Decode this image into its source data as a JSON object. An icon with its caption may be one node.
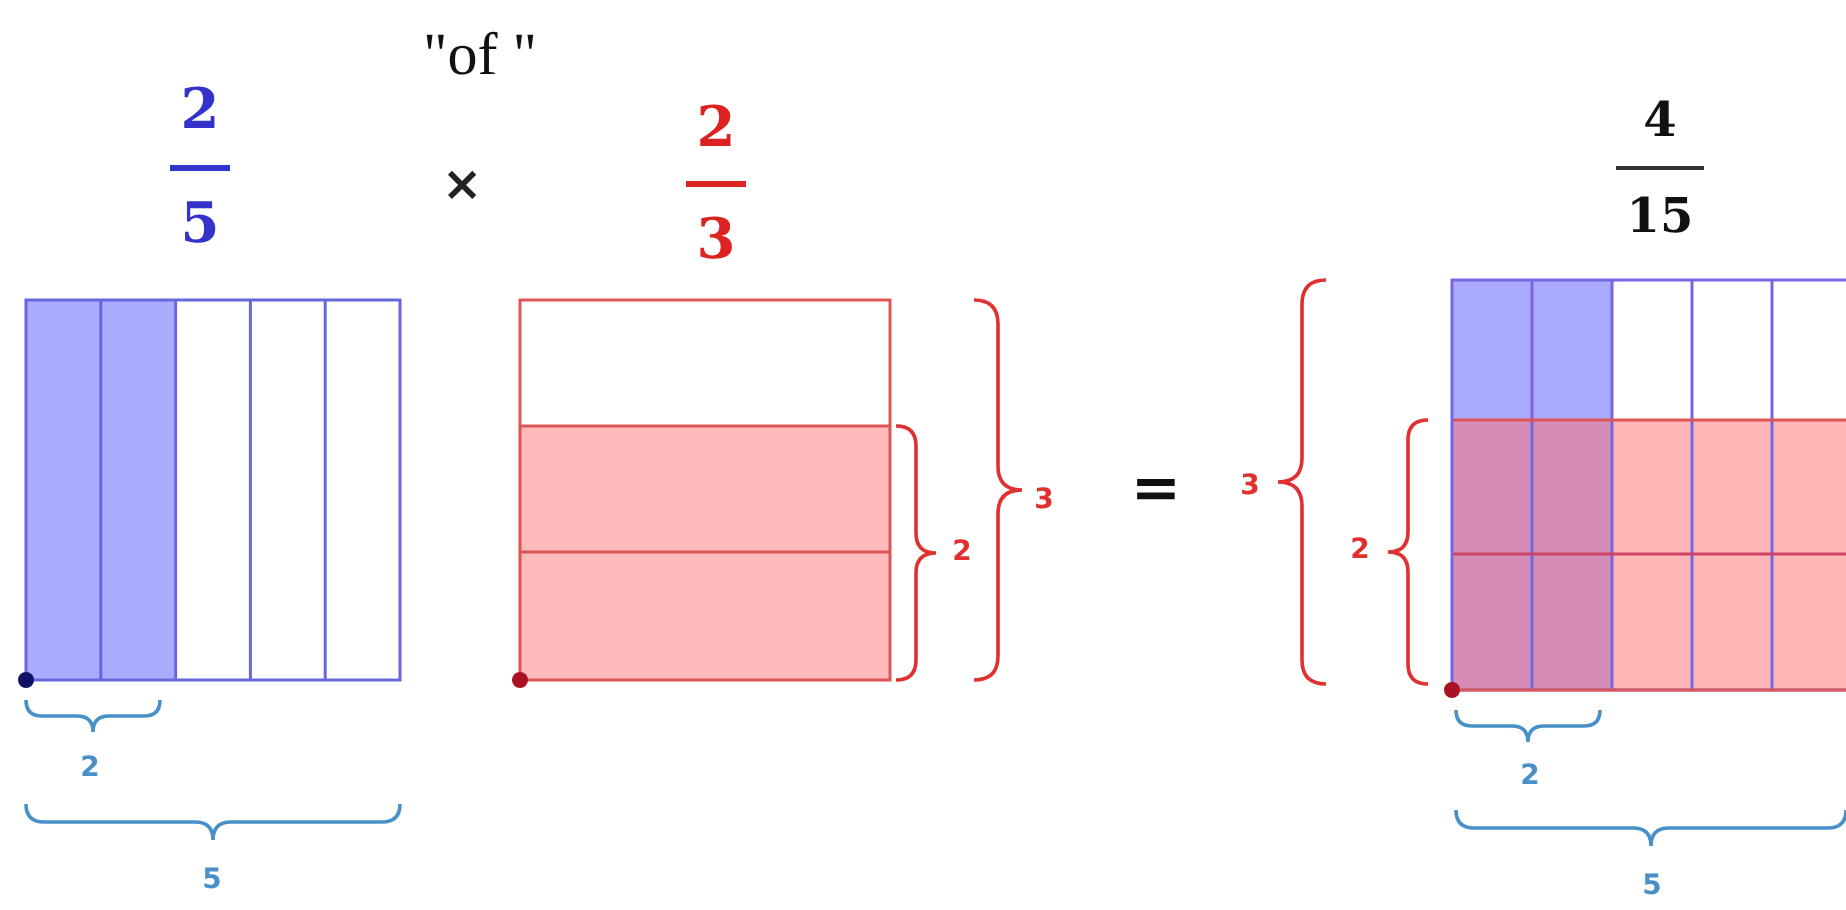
{
  "diagram": {
    "labels": [
      "\"of \"",
      "2",
      "5",
      "×",
      "2",
      "3",
      "4",
      "15",
      "2",
      "3",
      "=",
      "3",
      "2",
      "2",
      "5",
      "2",
      "5"
    ]
  }
}
